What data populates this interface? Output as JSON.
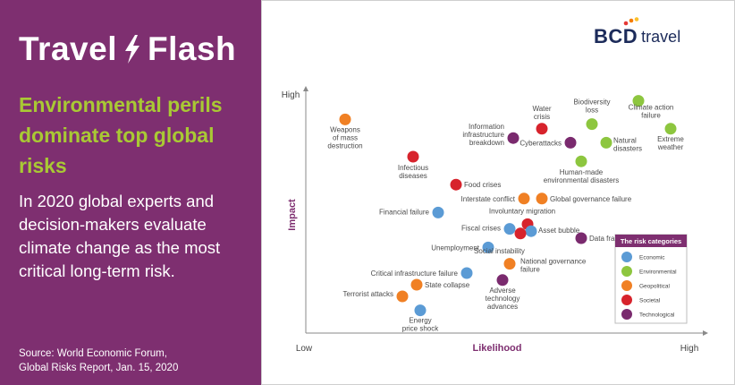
{
  "left_panel": {
    "brand_left": "Travel",
    "brand_right": "Flash",
    "headline": "Environmental perils dominate top global risks",
    "intro": "In 2020 global experts and decision-makers evaluate climate change as the most critical long-term risk.",
    "source_line1": "Source: World Economic Forum,",
    "source_line2": "Global Risks Report, Jan. 15, 2020"
  },
  "logo": {
    "bcd": "BCD",
    "travel": "travel",
    "dot_colors": [
      "#e53935",
      "#f57c00",
      "#fbc02d"
    ]
  },
  "colors": {
    "panel": "#7e2f70",
    "headline": "#a9c934",
    "Economic": "#5b9bd5",
    "Environmental": "#8dc63f",
    "Geopolitical": "#f08024",
    "Societal": "#d7232c",
    "Technological": "#7a2a6e"
  },
  "chart_data": {
    "type": "scatter",
    "xlabel": "Likelihood",
    "ylabel": "Impact",
    "x_ticks": [
      "Low",
      "High"
    ],
    "y_ticks": [
      "High"
    ],
    "xlim": [
      0,
      100
    ],
    "ylim": [
      0,
      100
    ],
    "grid": false,
    "legend_title": "The risk categories",
    "legend_position": "bottom-right",
    "categories": [
      "Economic",
      "Environmental",
      "Geopolitical",
      "Societal",
      "Technological"
    ],
    "points": [
      {
        "label": "Weapons of mass destruction",
        "category": "Geopolitical",
        "x": 6,
        "y": 91
      },
      {
        "label": "Water crisis",
        "category": "Societal",
        "x": 61,
        "y": 87
      },
      {
        "label": "Biodiversity loss",
        "category": "Environmental",
        "x": 75,
        "y": 89
      },
      {
        "label": "Climate action failure",
        "category": "Environmental",
        "x": 88,
        "y": 99
      },
      {
        "label": "Extreme weather",
        "category": "Environmental",
        "x": 97,
        "y": 87
      },
      {
        "label": "Information infrastructure breakdown",
        "category": "Technological",
        "x": 53,
        "y": 83
      },
      {
        "label": "Cyberattacks",
        "category": "Technological",
        "x": 69,
        "y": 81
      },
      {
        "label": "Natural disasters",
        "category": "Environmental",
        "x": 79,
        "y": 81
      },
      {
        "label": "Infectious diseases",
        "category": "Societal",
        "x": 25,
        "y": 75
      },
      {
        "label": "Human-made environmental disasters",
        "category": "Environmental",
        "x": 72,
        "y": 73
      },
      {
        "label": "Food crises",
        "category": "Societal",
        "x": 37,
        "y": 63
      },
      {
        "label": "Interstate conflict",
        "category": "Geopolitical",
        "x": 56,
        "y": 57
      },
      {
        "label": "Global governance failure",
        "category": "Geopolitical",
        "x": 61,
        "y": 57
      },
      {
        "label": "Financial failure",
        "category": "Economic",
        "x": 32,
        "y": 51
      },
      {
        "label": "Involuntary migration",
        "category": "Societal",
        "x": 57,
        "y": 46
      },
      {
        "label": "Fiscal crises",
        "category": "Economic",
        "x": 52,
        "y": 44
      },
      {
        "label": "Asset bubble",
        "category": "Economic",
        "x": 58,
        "y": 43
      },
      {
        "label": "Data fraud",
        "category": "Technological",
        "x": 72,
        "y": 40
      },
      {
        "label": "Unemployment",
        "category": "Economic",
        "x": 46,
        "y": 36
      },
      {
        "label": "Social instability",
        "category": "Societal",
        "x": 55,
        "y": 42
      },
      {
        "label": "National governance failure",
        "category": "Geopolitical",
        "x": 52,
        "y": 29
      },
      {
        "label": "Critical infrastructure failure",
        "category": "Economic",
        "x": 40,
        "y": 25
      },
      {
        "label": "Adverse technology advances",
        "category": "Technological",
        "x": 50,
        "y": 22
      },
      {
        "label": "State collapse",
        "category": "Geopolitical",
        "x": 26,
        "y": 20
      },
      {
        "label": "Terrorist attacks",
        "category": "Geopolitical",
        "x": 22,
        "y": 15
      },
      {
        "label": "Energy price shock",
        "category": "Economic",
        "x": 27,
        "y": 9
      }
    ]
  }
}
